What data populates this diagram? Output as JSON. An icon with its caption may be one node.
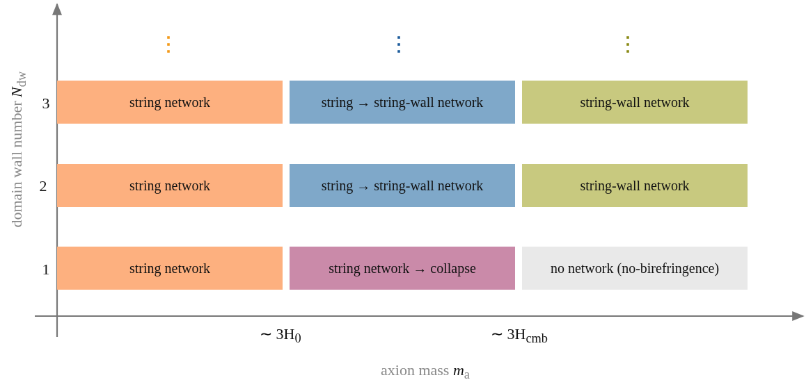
{
  "diagram": {
    "nodes": [
      {
        "text": [
          "string network"
        ]
      },
      {
        "text": [
          "string → string-wall network"
        ]
      },
      {
        "text": [
          "string-wall network"
        ]
      },
      {
        "text": [
          "string network"
        ]
      },
      {
        "text": [
          "string → string-wall network"
        ]
      },
      {
        "text": [
          "string-wall network"
        ]
      },
      {
        "text": [
          "string network"
        ]
      },
      {
        "text": [
          "string network → collapse"
        ]
      },
      {
        "text": [
          "no network (no-birefringence)"
        ]
      }
    ],
    "edges": [],
    "labels": [
      "domain wall number *N*$_{dw}$",
      "3",
      "2",
      "1",
      "∼ 3H$_{0}$",
      "∼ 3H$_{cmb}$",
      "axion mass *m*$_{a}$"
    ]
  }
}
